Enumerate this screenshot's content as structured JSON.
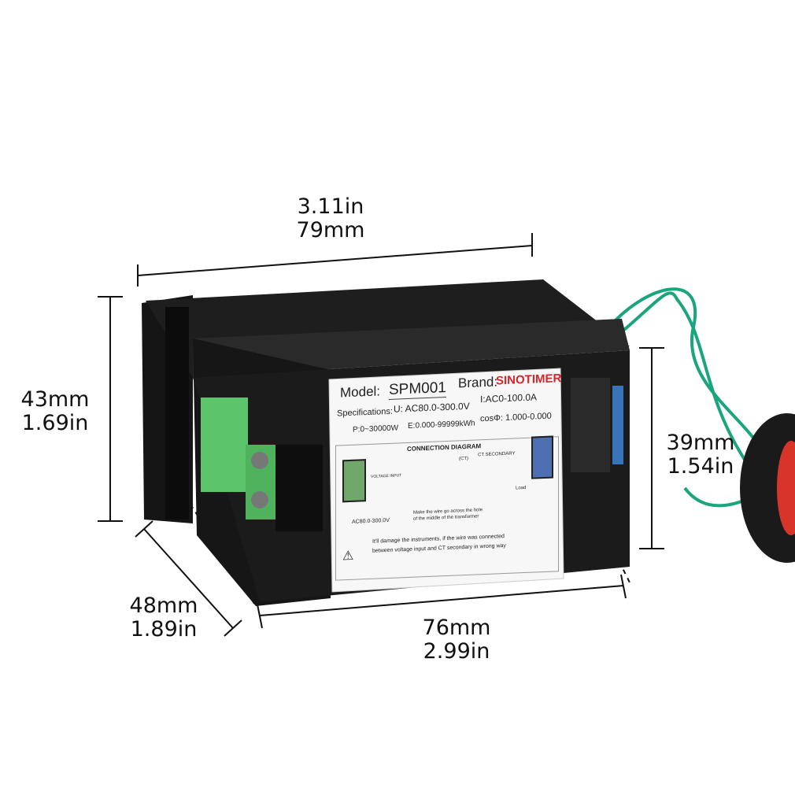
{
  "dimensions": {
    "top_width": {
      "in": "3.11in",
      "mm": "79mm"
    },
    "left_height": {
      "mm": "43mm",
      "in": "1.69in"
    },
    "right_height": {
      "mm": "39mm",
      "in": "1.54in"
    },
    "depth": {
      "mm": "48mm",
      "in": "1.89in"
    },
    "body_width": {
      "mm": "76mm",
      "in": "2.99in"
    }
  },
  "label": {
    "model_label": "Model:",
    "model": "SPM001",
    "brand_label": "Brand:",
    "brand": "SINOTIMER",
    "brand_mark": "®",
    "specs_label": "Specifications:",
    "voltage": "U: AC80.0-300.0V",
    "current": "I:AC0-100.0A",
    "power": "P:0~30000W",
    "energy": "E:0.000-99999kWh",
    "power_factor": "cosΦ: 1.000-0.000",
    "diagram_title": "CONNECTION DIAGRAM",
    "voltage_input": "VOLTAGE INPUT",
    "ct": "(CT)",
    "ct_secondary": "CT SECONDARY",
    "load": "Load",
    "voltage_range": "AC80.0-300.0V",
    "wire_note_1": "Make the wire go across the hole",
    "wire_note_2": "of the middle of the transformer",
    "warning_1": "It'll damage the instruments, if the wire was connected",
    "warning_2": "between voltage input and CT secondary in wrong way"
  },
  "colors": {
    "brand": "#d8262b",
    "terminal_green": "#5cc46a",
    "terminal_blue": "#4f6fb3",
    "wire": "#1aa57e",
    "ct_ring": "#d9342a"
  }
}
